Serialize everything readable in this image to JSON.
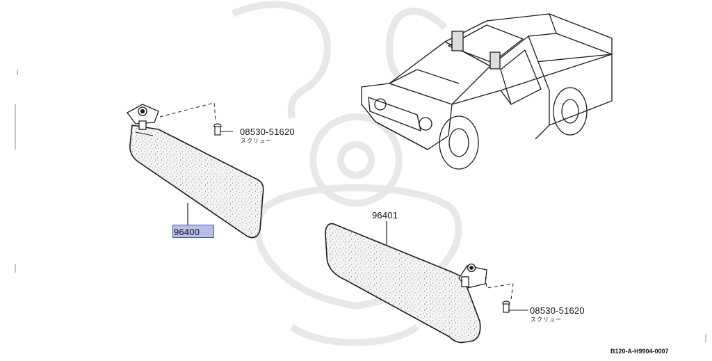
{
  "diagram": {
    "parts": [
      {
        "id": "p1",
        "number": "96400",
        "highlighted": true
      },
      {
        "id": "p2",
        "number": "96401",
        "highlighted": false
      },
      {
        "id": "p3",
        "number": "08530-51620",
        "subtitle": "スクリュー"
      },
      {
        "id": "p4",
        "number": "08530-51620",
        "subtitle": "スクリュー"
      }
    ],
    "figure_code": "B120-A-H9904-0007"
  },
  "colors": {
    "highlight_fill": "#b9bee6",
    "highlight_border": "#4a57b8",
    "line": "#1a1a1a",
    "watermark": "#e6e6e6"
  }
}
